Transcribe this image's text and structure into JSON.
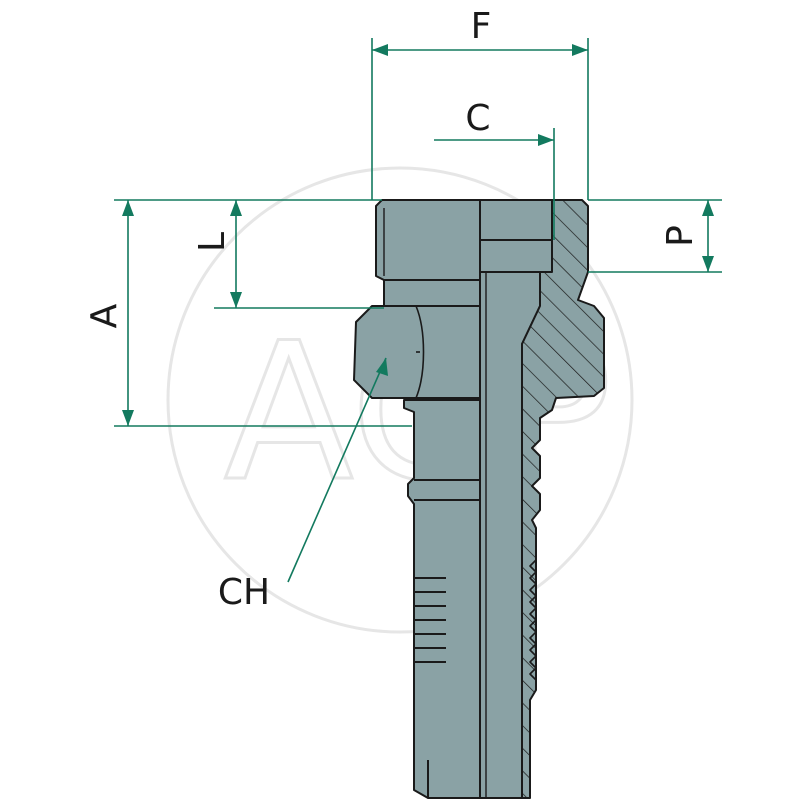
{
  "colors": {
    "part_fill": "#8aa2a5",
    "outline": "#1a1a1a",
    "dimension": "#137a5f",
    "watermark": "#e6e6e6",
    "background": "#ffffff"
  },
  "watermark": {
    "text": "AGP"
  },
  "dimensions": {
    "F": {
      "label": "F"
    },
    "C": {
      "label": "C"
    },
    "A": {
      "label": "A"
    },
    "L": {
      "label": "L"
    },
    "P": {
      "label": "P"
    },
    "CH": {
      "label": "CH"
    }
  }
}
